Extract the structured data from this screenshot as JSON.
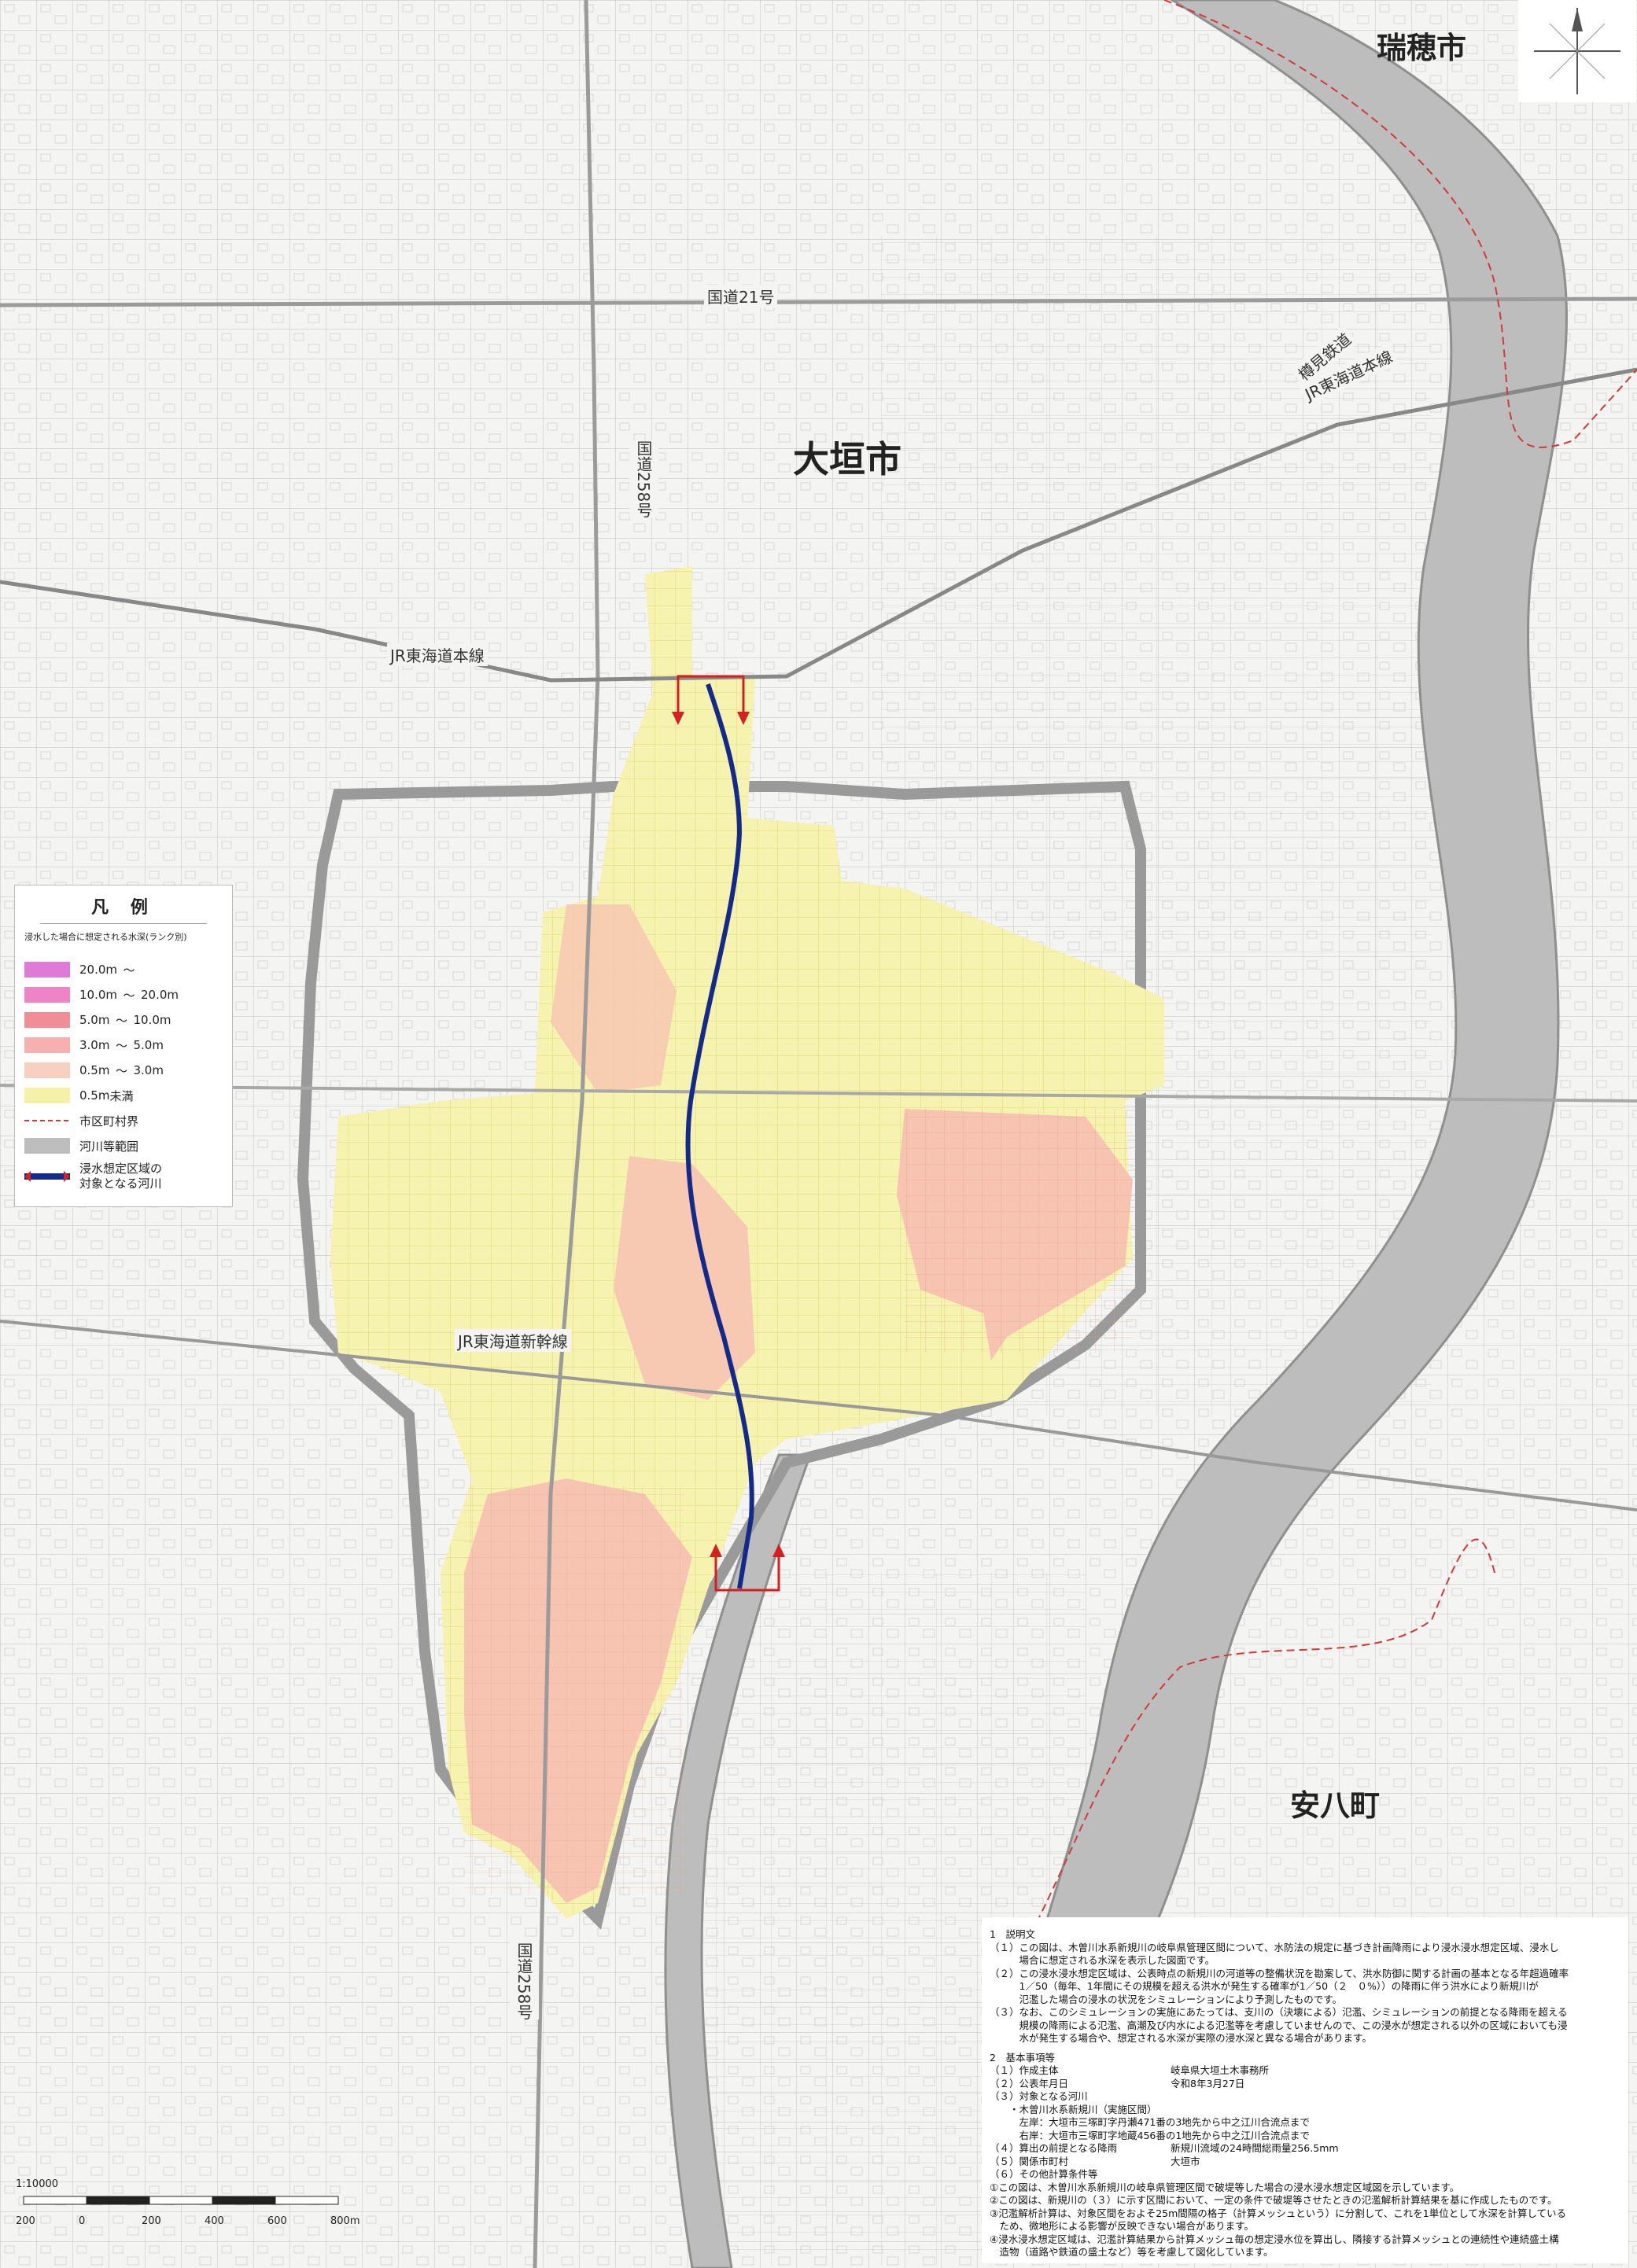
{
  "places": {
    "mizuho": "瑞穂市",
    "ogaki": "大垣市",
    "anpachi": "安八町"
  },
  "roads": {
    "route21": "国道21号",
    "route258_north": "国道258号",
    "route258_south": "国道258号",
    "tarumi": "樽見鉄道",
    "jr_tokaido_ne": "JR東海道本線",
    "jr_tokaido_w": "JR東海道本線",
    "shinkansen": "JR東海道新幹線"
  },
  "legend": {
    "title": "凡 例",
    "subtitle": "浸水した場合に想定される水深(ランク別)",
    "depth_ranks": [
      {
        "from": "20.0m",
        "sep": "～",
        "to": "",
        "color": "#e07ad9"
      },
      {
        "from": "10.0m",
        "sep": "～",
        "to": "20.0m",
        "color": "#ee84c6"
      },
      {
        "from": "5.0m",
        "sep": "～",
        "to": "10.0m",
        "color": "#f28c96"
      },
      {
        "from": "3.0m",
        "sep": "～",
        "to": "5.0m",
        "color": "#f6b0b0"
      },
      {
        "from": "0.5m",
        "sep": "～",
        "to": "3.0m",
        "color": "#f8d0c2"
      },
      {
        "from": "0.5m",
        "sep": "未満",
        "to": "",
        "color": "#f5f1a8"
      }
    ],
    "boundary": "市区町村界",
    "river_area": "河川等範囲",
    "target_river": [
      "浸水想定区域の",
      "対象となる河川"
    ]
  },
  "notes": {
    "s1_title": "1　説明文",
    "s1_lines": [
      "（１）この図は、木曽川水系新規川の岐阜県管理区間について、水防法の規定に基づき計画降雨により浸水浸水想定区域、浸水し",
      "　　　場合に想定される水深を表示した図面です。",
      "（２）この浸水浸水想定区域は、公表時点の新規川の河道等の整備状況を勘案して、洪水防御に関する計画の基本となる年超過確率",
      "　　　1／50（毎年、1年間にその規模を超える洪水が発生する確率が1／50（２　０%））の降雨に伴う洪水により新規川が",
      "　　　氾濫した場合の浸水の状況をシミュレーションにより予測したものです。",
      "（３）なお、このシミュレーションの実施にあたっては、支川の（決壊による）氾濫、シミュレーションの前提となる降雨を超える",
      "　　　規模の降雨による氾濫、高潮及び内水による氾濫等を考慮していませんので、この浸水が想定される以外の区域においても浸",
      "　　　水が発生する場合や、想定される水深が実際の浸水深と異なる場合があります。"
    ],
    "s2_title": "2　基本事項等",
    "s2_rows": [
      {
        "k": "（１）作成主体",
        "v": "岐阜県大垣土木事務所"
      },
      {
        "k": "（２）公表年月日",
        "v": "令和8年3月27日"
      },
      {
        "k": "（３）対象となる河川",
        "v": ""
      },
      {
        "k": "　　・木曽川水系新規川（実施区間）",
        "v": ""
      },
      {
        "k": "　　　左岸：大垣市三塚町字丹瀬471番の3地先から中之江川合流点まで",
        "v": ""
      },
      {
        "k": "　　　右岸：大垣市三塚町字地蔵456番の1地先から中之江川合流点まで",
        "v": ""
      },
      {
        "k": "（４）算出の前提となる降雨",
        "v": "新規川流域の24時間総雨量256.5mm"
      },
      {
        "k": "（５）関係市町村",
        "v": "大垣市"
      },
      {
        "k": "（６）その他計算条件等",
        "v": ""
      }
    ],
    "s2_extra": [
      "①この図は、木曽川水系新規川の岐阜県管理区間で破堤等した場合の浸水浸水想定区域図を示しています。",
      "②この図は、新規川の（３）に示す区間において、一定の条件で破堤等させたときの氾濫解析計算結果を基に作成したものです。",
      "③氾濫解析計算は、対象区間をおよそ25m間隔の格子（計算メッシュという）に分割して、これを1単位として水深を計算している",
      "　ため、微地形による影響が反映できない場合があります。",
      "④浸水浸水想定区域は、氾濫計算結果から計算メッシュ毎の想定浸水位を算出し、隣接する計算メッシュとの連続性や連続盛土構",
      "　造物（道路や鉄道の盛土など）等を考慮して図化しています。"
    ]
  },
  "scale": {
    "ratio": "1:10000",
    "ticks": [
      "200",
      "0",
      "200",
      "400",
      "600",
      "800m"
    ]
  }
}
